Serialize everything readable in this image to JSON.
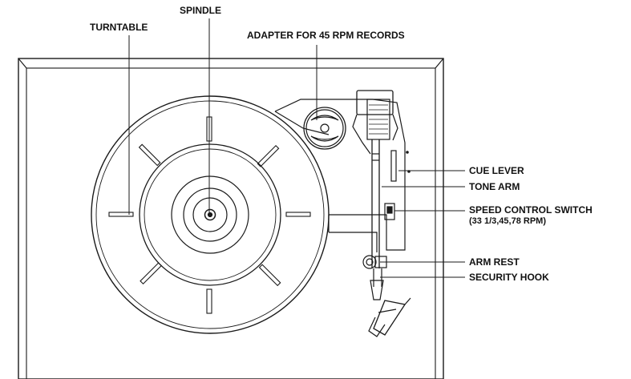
{
  "labels": {
    "turntable": "TURNTABLE",
    "spindle": "SPINDLE",
    "adapter": "ADAPTER FOR 45 RPM RECORDS",
    "cue_lever": "CUE LEVER",
    "tone_arm": "TONE ARM",
    "speed_switch": "SPEED CONTROL SWITCH",
    "speed_values": "(33 1/3,45,78 RPM)",
    "arm_rest": "ARM REST",
    "security_hook": "SECURITY HOOK"
  },
  "colors": {
    "line": "#1a1a1a",
    "background": "#ffffff"
  }
}
